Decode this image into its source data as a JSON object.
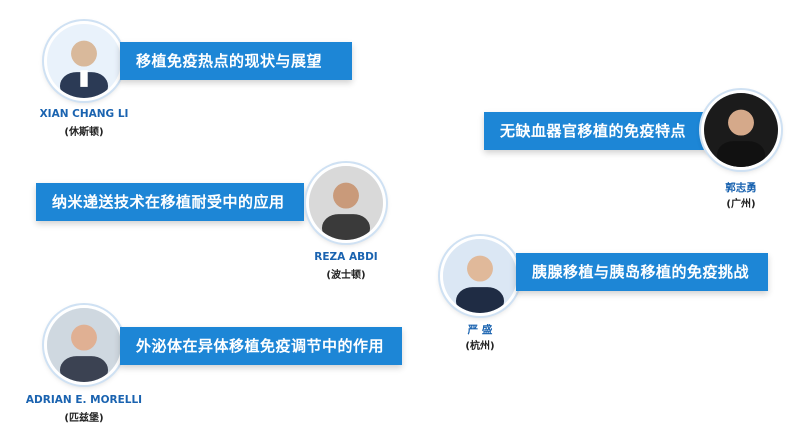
{
  "speakers": [
    {
      "name": "XIAN CHANG LI",
      "location": "(休斯顿)",
      "topic": "移植免疫热点的现状与展望",
      "icon": "person-photo"
    },
    {
      "name": "郭志勇",
      "location": "(广州)",
      "topic": "无缺血器官移植的免疫特点",
      "icon": "person-photo"
    },
    {
      "name": "REZA ABDI",
      "location": "(波士顿)",
      "topic": "纳米递送技术在移植耐受中的应用",
      "icon": "person-photo"
    },
    {
      "name": "严 盛",
      "location": "(杭州)",
      "topic": "胰腺移植与胰岛移植的免疫挑战",
      "icon": "person-photo"
    },
    {
      "name": "ADRIAN E. MORELLI",
      "location": "(匹兹堡)",
      "topic": "外泌体在异体移植免疫调节中的作用",
      "icon": "person-photo"
    }
  ],
  "colors": {
    "banner": "#1d86d6",
    "name": "#1a63b0",
    "location": "#222222"
  }
}
